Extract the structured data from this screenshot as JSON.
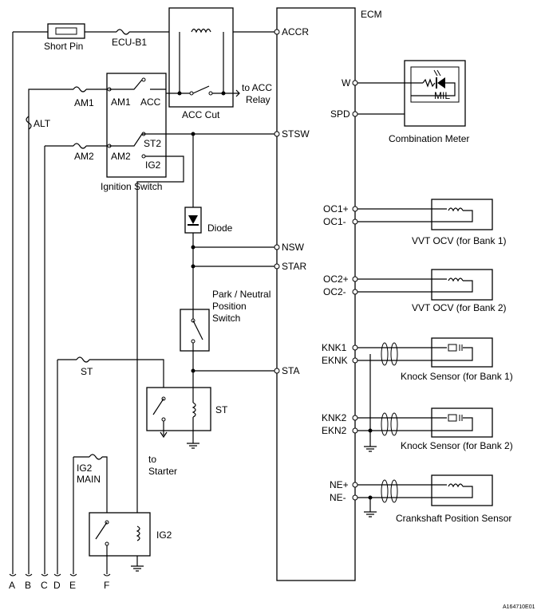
{
  "ecm": {
    "title": "ECM"
  },
  "ecm_pins": {
    "accr": "ACCR",
    "w": "W",
    "spd": "SPD",
    "stsw": "STSW",
    "oc1p": "OC1+",
    "oc1m": "OC1-",
    "nsw": "NSW",
    "star": "STAR",
    "oc2p": "OC2+",
    "oc2m": "OC2-",
    "knk1": "KNK1",
    "eknk": "EKNK",
    "sta": "STA",
    "knk2": "KNK2",
    "ekn2": "EKN2",
    "nep": "NE+",
    "nem": "NE-"
  },
  "components": {
    "short_pin": "Short Pin",
    "ecu_b1": "ECU-B1",
    "acc_cut": "ACC Cut",
    "to_acc": "to ACC",
    "relay": "Relay",
    "alt": "ALT",
    "am1": "AM1",
    "am2": "AM2",
    "sw_am1": "AM1",
    "sw_acc": "ACC",
    "sw_am2": "AM2",
    "sw_st2": "ST2",
    "sw_ig2": "IG2",
    "ignition_switch": "Ignition Switch",
    "diode": "Diode",
    "pnp_1": "Park / Neutral",
    "pnp_2": "Position",
    "pnp_3": "Switch",
    "st_fuse": "ST",
    "st_relay": "ST",
    "to": "to",
    "starter": "Starter",
    "ig2_main_1": "IG2",
    "ig2_main_2": "MAIN",
    "ig2_relay": "IG2",
    "mil": "MIL",
    "combination_meter": "Combination Meter",
    "vvt1": "VVT OCV (for Bank 1)",
    "vvt2": "VVT OCV (for Bank 2)",
    "knock1": "Knock Sensor (for Bank 1)",
    "knock2": "Knock Sensor (for Bank 2)",
    "crank": "Crankshaft Position Sensor"
  },
  "connectors": {
    "a": "A",
    "b": "B",
    "c": "C",
    "d": "D",
    "e": "E",
    "f": "F"
  },
  "figure_id": "A164710E01"
}
